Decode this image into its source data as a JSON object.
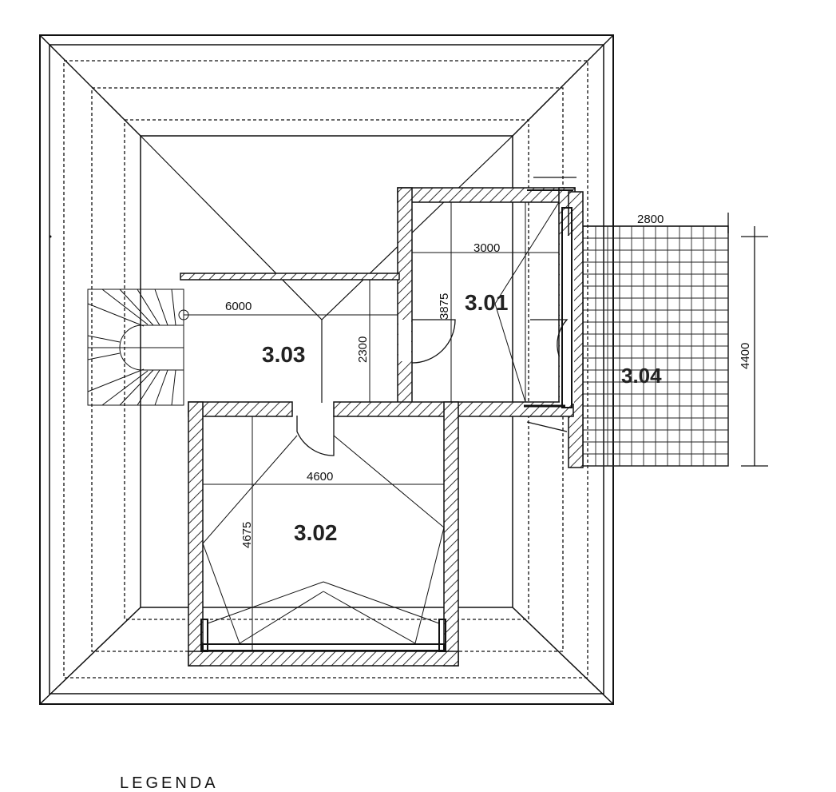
{
  "rooms": {
    "r301": "3.01",
    "r302": "3.02",
    "r303": "3.03",
    "r304": "3.04"
  },
  "dimensions": {
    "d2800": "2800",
    "d3000": "3000",
    "d3875": "3875",
    "d6000": "6000",
    "d2300": "2300",
    "d4600": "4600",
    "d4675": "4675",
    "d4400": "4400"
  },
  "legend": {
    "title": "LEGENDA"
  },
  "colors": {
    "line": "#111111",
    "hatch": "#333333",
    "background": "#ffffff"
  }
}
